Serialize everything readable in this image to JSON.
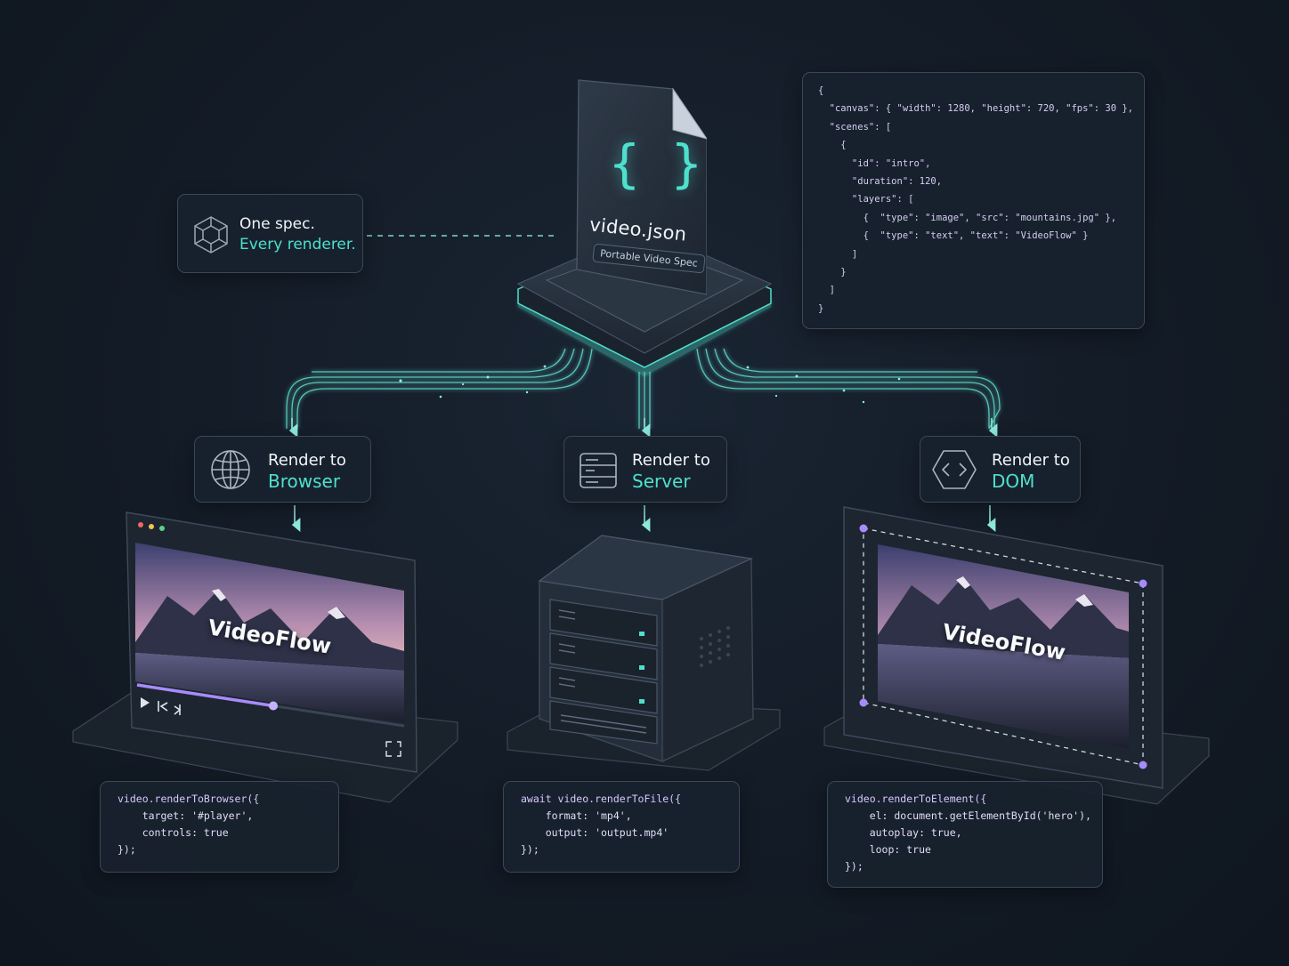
{
  "tagline": {
    "line1": "One spec.",
    "line2": "Every renderer."
  },
  "spec_file": {
    "name": "video.json",
    "chip": "Portable Video Spec",
    "brace_icon": "{ }"
  },
  "json_spec": {
    "lines": [
      "{",
      "  \"canvas\": { \"width\": 1280, \"height\": 720, \"fps\": 30 },",
      "  \"scenes\": [",
      "    {",
      "      \"id\": \"intro\",",
      "      \"duration\": 120,",
      "      \"layers\": [",
      "        {  \"type\": \"image\", \"src\": \"mountains.jpg\" },",
      "        {  \"type\": \"text\", \"text\": \"VideoFlow\" }",
      "      ]",
      "    }",
      "  ]",
      "}"
    ]
  },
  "targets": {
    "browser": {
      "label": "Render to",
      "target": "Browser",
      "icon": "globe-icon"
    },
    "server": {
      "label": "Render to",
      "target": "Server",
      "icon": "server-icon"
    },
    "dom": {
      "label": "Render to",
      "target": "DOM",
      "icon": "code-brackets-icon"
    }
  },
  "previews": {
    "browser_title": "VideoFlow",
    "dom_title": "VideoFlow",
    "progress": 0.52
  },
  "code": {
    "browser": [
      "video.renderToBrowser({",
      "    target: '#player',",
      "    controls: true",
      "});"
    ],
    "server": [
      "await video.renderToFile({",
      "    format: 'mp4',",
      "    output: 'output.mp4'",
      "});"
    ],
    "dom": [
      "video.renderToElement({",
      "    el: document.getElementById('hero'),",
      "    autoplay: true,",
      "    loop: true",
      "});"
    ]
  },
  "colors": {
    "accent": "#4fe0cd",
    "purple": "#a78bfa",
    "background": "#131b26"
  }
}
